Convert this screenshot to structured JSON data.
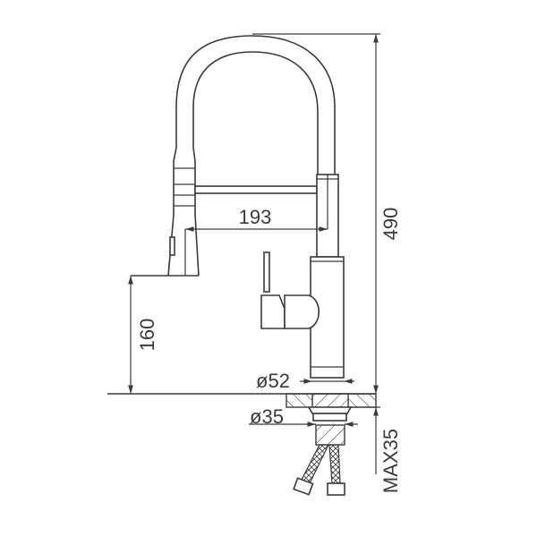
{
  "drawing": {
    "title": "Pull-down kitchen faucet dimension drawing",
    "units": "mm",
    "line_color": "#3a3a3a",
    "background": "#ffffff"
  },
  "dimensions": {
    "total_height": "490",
    "spout_reach": "193",
    "spout_outlet_height": "160",
    "body_diameter": "ø52",
    "shank_diameter": "ø35",
    "max_deck_thickness": "MAX35"
  },
  "components": [
    "gooseneck-spout",
    "pull-down-spray-head",
    "spray-holder-bar",
    "faucet-body",
    "single-lever-handle",
    "deck-plate",
    "mounting-shank",
    "flexible-supply-hoses"
  ]
}
